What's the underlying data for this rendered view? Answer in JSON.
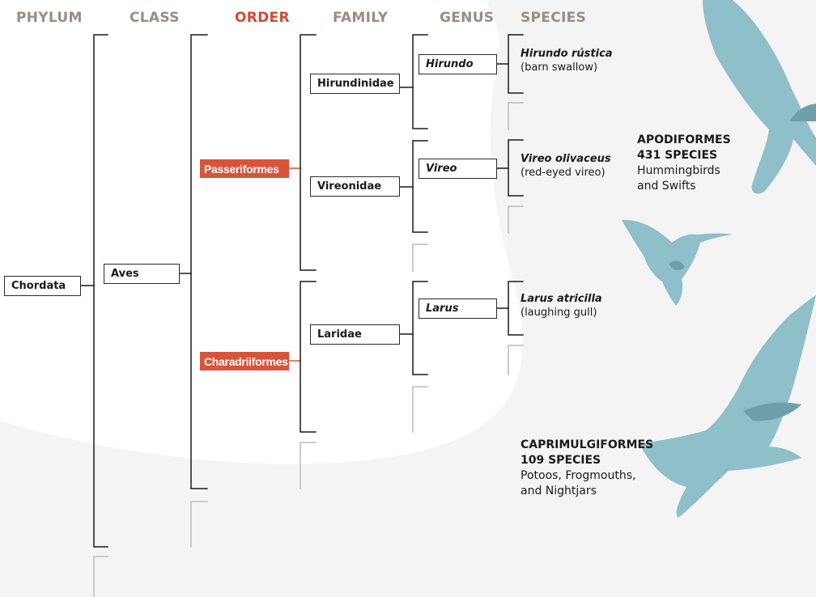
{
  "headers": {
    "phylum": "PHYLUM",
    "class": "CLASS",
    "order": "ORDER",
    "family": "FAMILY",
    "genus": "GENUS",
    "species": "SPECIES"
  },
  "nodes": {
    "phylum": "Chordata",
    "class": "Aves",
    "order_1": "Passeriformes",
    "order_2": "Charadriiformes",
    "family_1": "Hirundinidae",
    "family_2": "Vireonidae",
    "family_3": "Laridae",
    "genus_1": "Hirundo",
    "genus_2": "Vireo",
    "genus_3": "Larus"
  },
  "species": [
    {
      "scientific": "Hirundo rústica",
      "common": "(barn swallow)"
    },
    {
      "scientific": "Vireo olivaceus",
      "common": "(red-eyed vireo)"
    },
    {
      "scientific": "Larus atricilla",
      "common": "(laughing gull)"
    }
  ],
  "notes": [
    {
      "name": "APODIFORMES",
      "count": "431 SPECIES",
      "desc_1": "Hummingbirds",
      "desc_2": "and Swifts"
    },
    {
      "name": "CAPRIMULGIFORMES",
      "count": "109 SPECIES",
      "desc_1": "Potoos, Frogmouths,",
      "desc_2": "and Nightjars"
    }
  ],
  "colors": {
    "highlight": "#d9533a",
    "header": "#9a8c84",
    "bird": "#8fbfc9"
  },
  "icons": [
    "swift-icon",
    "hummingbird-icon",
    "gull-icon"
  ]
}
